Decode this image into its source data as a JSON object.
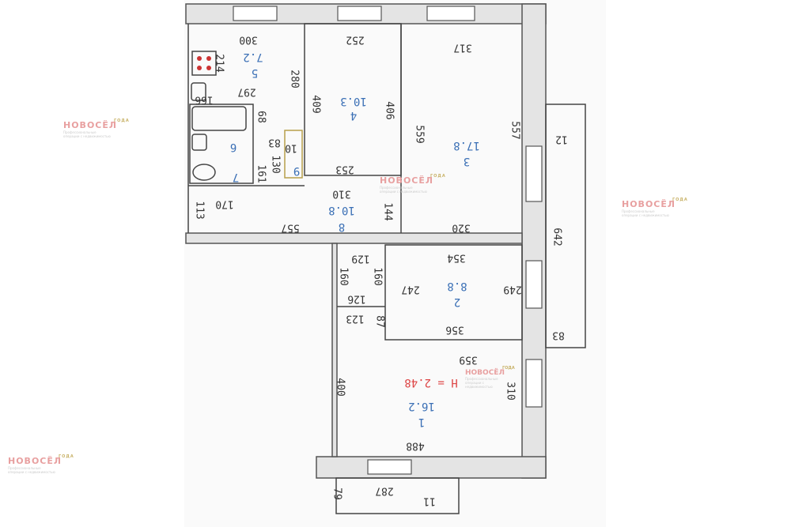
{
  "watermark": {
    "brand": "НОВОСЁЛ",
    "tagline": "Профессиональные операции с недвижимостью",
    "award": "ГОДА"
  },
  "ceiling_height": "H = 2.48",
  "rooms": [
    {
      "id": "1",
      "area": "16.2"
    },
    {
      "id": "2",
      "area": "8.8"
    },
    {
      "id": "3",
      "area": "17.8"
    },
    {
      "id": "4",
      "area": "10.3"
    },
    {
      "id": "5",
      "area": "7.2"
    },
    {
      "id": "6"
    },
    {
      "id": "7"
    },
    {
      "id": "8",
      "area": "10.8"
    },
    {
      "id": "9"
    },
    {
      "id": "10"
    },
    {
      "id": "11"
    },
    {
      "id": "12"
    }
  ],
  "dims": [
    "300",
    "214",
    "297",
    "166",
    "280",
    "68",
    "83",
    "130",
    "161",
    "170",
    "113",
    "557",
    "310",
    "253",
    "409",
    "252",
    "406",
    "317",
    "559",
    "557",
    "144",
    "320",
    "642",
    "83",
    "354",
    "247",
    "249",
    "356",
    "129",
    "160",
    "160",
    "126",
    "123",
    "87",
    "359",
    "400",
    "310",
    "488",
    "287",
    "79"
  ]
}
